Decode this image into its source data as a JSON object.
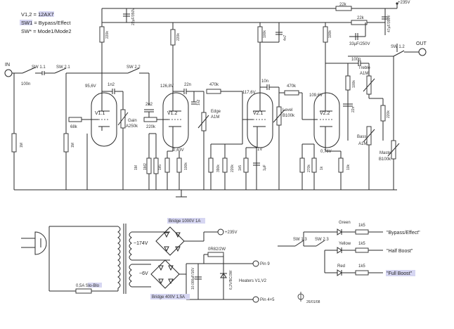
{
  "legend": [
    "V1,2 = 12AX7",
    "SW1 = Bypass/Effect",
    "SW* = Mode1/Mode2"
  ],
  "tubes": [
    "V1.1",
    "V1.2",
    "V2.1",
    "V2.2"
  ],
  "labels": {
    "input": "IN",
    "output": "OUT",
    "b_plus_top": "+235V",
    "b_plus_psu": "+235V",
    "r_22k_a": "22k",
    "r_22k_b": "22k",
    "cap_22uF": "22µF/350V",
    "cap_47uF": "47µF/350V",
    "cap_33uF": "33µF/250V",
    "cap_4n7": "4n7",
    "r_plate1": "220k",
    "r_plate2": "220k",
    "r_plate3": "100k",
    "r_plate4": "100k",
    "sw11": "SW 1.1",
    "sw21": "SW 2.1",
    "sw22": "SW 2.2",
    "sw12": "SW 1.2",
    "sw13": "SW 1.3",
    "sw23": "SW 2.3",
    "cap_100n": "100n",
    "r_1m_in": "1M",
    "r_1m_b": "1M",
    "r_68k": "68k",
    "v_plate1": "95,6V",
    "cap_1n2a": "1n2",
    "gain": "Gain",
    "gain_value": "A250k",
    "cap_2n2": "2n2",
    "r_220k": "220k",
    "r_1m_c": "1M",
    "r_1m2": "1M2",
    "v_plate2": "126,8V",
    "v_cath2": "0,43V",
    "r_1k": "1k5",
    "r_1m_d": "100k",
    "cap_22n": "22n",
    "r_470k_a": "470k",
    "cap_1n2b": "1n2",
    "edge": "Edge",
    "edge_value": "A1M",
    "r_390k": "390k",
    "r_220k_b": "220k",
    "v_plate3": "117,6V",
    "v_cath3": "1V",
    "r_1k5": "1k5",
    "cap_1uF": "1µF",
    "cap_10n": "10n",
    "level": "Level",
    "level_value": "B100k",
    "r_470k_b": "470k",
    "r_270k": "270k",
    "r_1k_b": "1k",
    "v_plate4": "109,6V",
    "v_cath4": "0,76V",
    "r_10k": "10k",
    "r_100k": "100k",
    "cap_22n_b": "22n",
    "cap_100p": "100p",
    "treble": "Treble",
    "treble_value": "A1M",
    "r_220k_c": "220k",
    "bass": "Bass",
    "bass_value": "A1M",
    "master": "Master",
    "master_value": "B100k",
    "fuse": "0,5A Slo-Blo",
    "sec_174v": "~174V",
    "sec_6v": "~6V",
    "bridge1": "Bridge 1000V 1A",
    "bridge2": "Bridge 400V 1,5A",
    "cap_10000uF": "10.000µF/16V",
    "r_0r82": "0R82/2W",
    "zener": "6,2V/BC/3W",
    "pin9": "Pin 9",
    "pin45": "Pin 4+5",
    "heaters": "Heaters V1,V2",
    "date": "26/01/08"
  },
  "leds": [
    {
      "color": "Green",
      "resistor": "1k5",
      "mode": "\"Bypass/Effect\""
    },
    {
      "color": "Yellow",
      "resistor": "1k5",
      "mode": "\"Half Boost\""
    },
    {
      "color": "Red",
      "resistor": "1k5",
      "mode": "\"Full Boost\""
    }
  ]
}
